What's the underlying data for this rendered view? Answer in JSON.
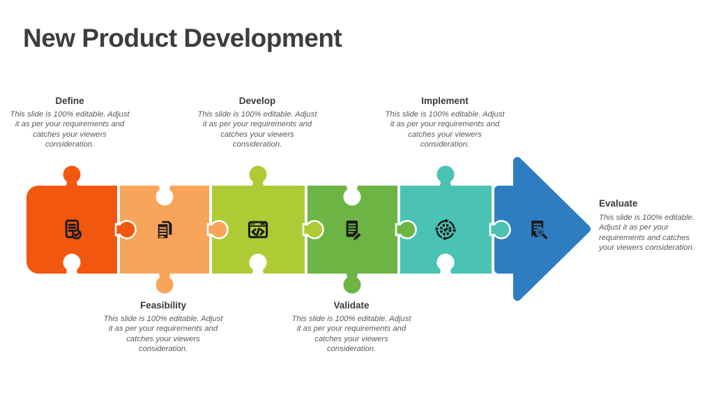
{
  "slide": {
    "title": "New Product Development",
    "background_color": "#ffffff",
    "title_color": "#3d3d3d"
  },
  "stages": [
    {
      "label": "Define",
      "description": "This slide is 100% editable. Adjust it as per your requirements and catches your viewers consideration.",
      "color": "#F2570F",
      "icon": "document-check-icon",
      "label_position": "top"
    },
    {
      "label": "Feasibility",
      "description": "This slide is 100% editable. Adjust it as per your requirements and catches your viewers consideration.",
      "color": "#F9A45B",
      "icon": "copy-documents-icon",
      "label_position": "bottom"
    },
    {
      "label": "Develop",
      "description": "This slide is 100% editable. Adjust it as per your requirements and catches your viewers consideration.",
      "color": "#AECB35",
      "icon": "code-window-icon",
      "label_position": "top"
    },
    {
      "label": "Validate",
      "description": "This slide is 100% editable. Adjust it as per your requirements and catches your viewers consideration.",
      "color": "#6CB545",
      "icon": "document-edit-icon",
      "label_position": "bottom"
    },
    {
      "label": "Implement",
      "description": "This slide is 100% editable. Adjust it as per your requirements and catches your viewers consideration.",
      "color": "#4BC3B4",
      "icon": "gear-cycle-icon",
      "label_position": "top"
    },
    {
      "label": "Evaluate",
      "description": "This slide is 100% editable. Adjust it as per your requirements and catches your viewers consideration.",
      "color": "#2E7DC1",
      "icon": "document-search-icon",
      "label_position": "right"
    }
  ],
  "diagram": {
    "type": "puzzle-process-arrow",
    "icon_ink_color": "#1a1a1a",
    "connector_outline_color": "#ffffff"
  }
}
